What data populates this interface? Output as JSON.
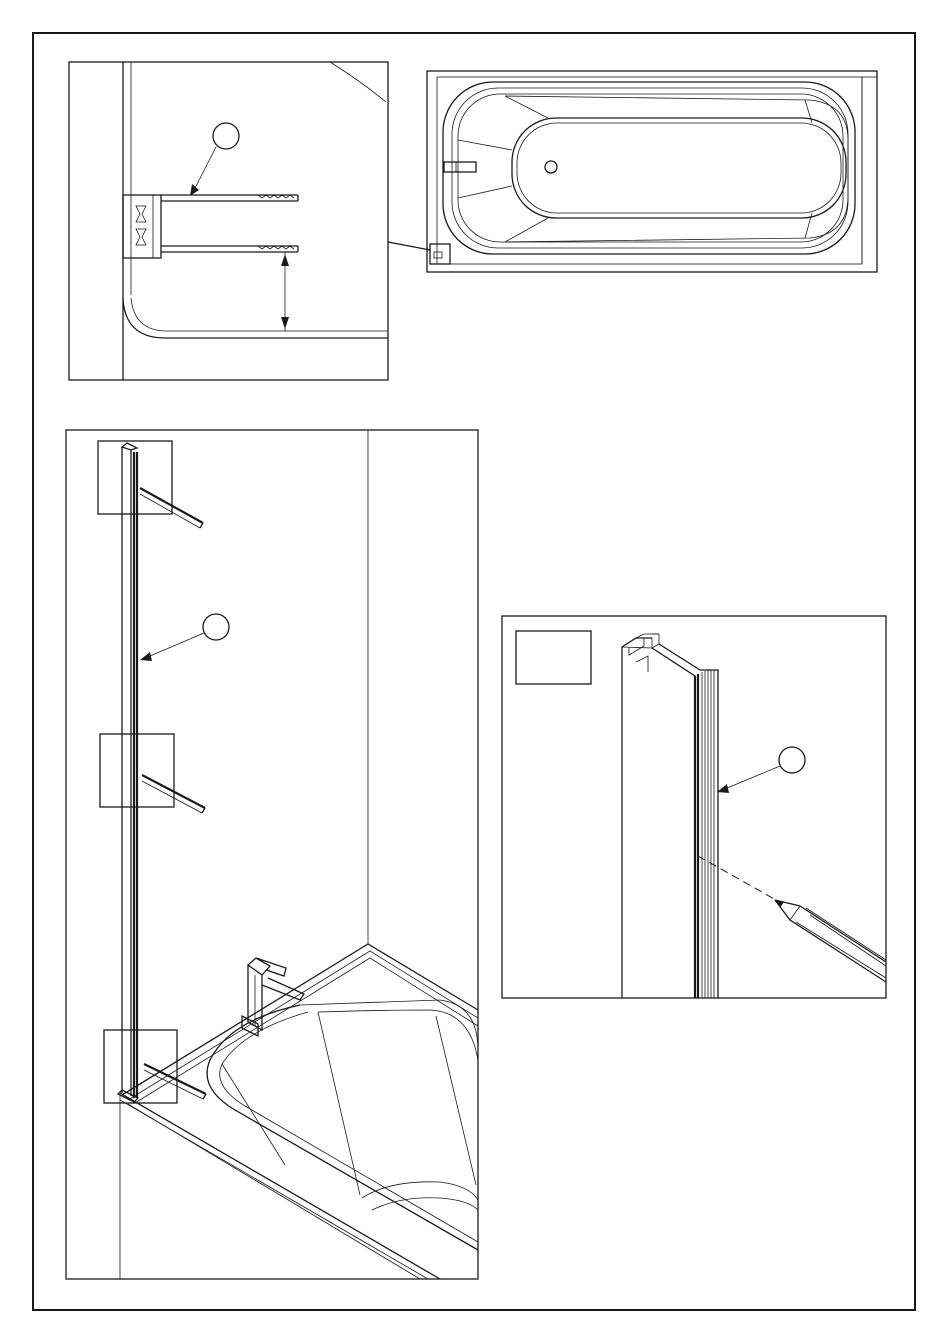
{
  "sheet": {
    "callouts": [
      {
        "id": "detail-top-callout",
        "label": ""
      },
      {
        "id": "profile-callout",
        "label": ""
      },
      {
        "id": "marking-callout",
        "label": ""
      }
    ],
    "notes_box_text": ""
  },
  "colors": {
    "ink": "#1a1a1a",
    "paper": "#ffffff"
  }
}
